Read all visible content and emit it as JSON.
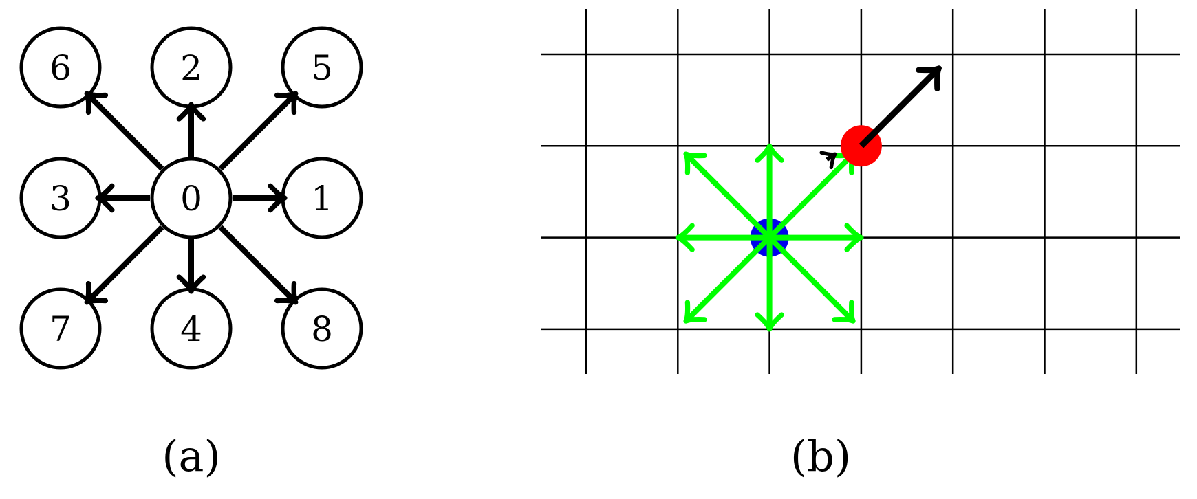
{
  "panel_a": {
    "caption": "(a)",
    "center_label": "0",
    "neighbors": [
      {
        "label": "1",
        "dir": "east"
      },
      {
        "label": "2",
        "dir": "north"
      },
      {
        "label": "3",
        "dir": "west"
      },
      {
        "label": "4",
        "dir": "south"
      },
      {
        "label": "5",
        "dir": "north-east"
      },
      {
        "label": "6",
        "dir": "north-west"
      },
      {
        "label": "7",
        "dir": "south-west"
      },
      {
        "label": "8",
        "dir": "south-east"
      }
    ],
    "arrow_color": "#000000"
  },
  "panel_b": {
    "caption": "(b)",
    "grid_columns": 7,
    "grid_rows": 4,
    "origin_point_color": "#0000ee",
    "target_point_color": "#ff0000",
    "neighbor_arrow_color": "#00ff00",
    "next_step_arrow_color": "#000000",
    "origin_cell": {
      "col": 2,
      "row": 2
    },
    "target_cell": {
      "col": 3,
      "row": 1
    }
  }
}
